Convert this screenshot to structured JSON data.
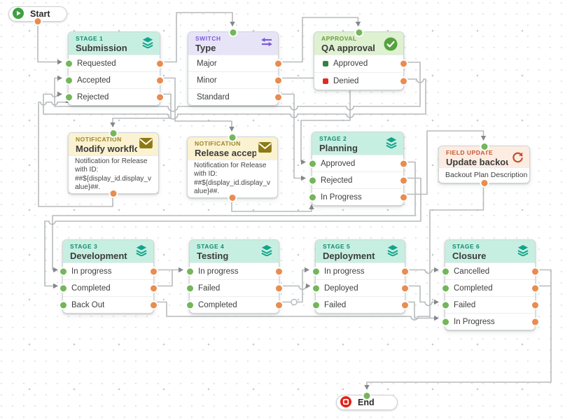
{
  "colors": {
    "wire": "#b7babc",
    "arrow": "#85888b",
    "input_port": "#74b65a",
    "output_port": "#e98c4f",
    "stage_header_bg": "#c7efe1",
    "stage_label": "#108a71",
    "switch_header_bg": "#e8e4f8",
    "switch_label": "#7a5bd6",
    "approval_header_bg": "#def1d0",
    "approval_label": "#689b40",
    "notification_header_bg": "#fbf2d1",
    "notification_label": "#99862a",
    "field_update_header_bg": "#fcece2",
    "field_update_label": "#c8552f",
    "approved_bullet": "#2f8540",
    "denied_bullet": "#e02b20",
    "start_icon": "#3fa142",
    "end_icon": "#df2318"
  },
  "terminals": {
    "start": {
      "label": "Start",
      "icon": "play-icon"
    },
    "end": {
      "label": "End",
      "icon": "stop-icon"
    }
  },
  "nodes": {
    "stage1": {
      "type_label": "STAGE 1",
      "title": "Submission",
      "icon": "layers-icon",
      "rows": [
        "Requested",
        "Accepted",
        "Rejected"
      ]
    },
    "switch1": {
      "type_label": "SWITCH",
      "title": "Type",
      "icon": "swap-arrows-icon",
      "rows": [
        "Major",
        "Minor",
        "Standard"
      ]
    },
    "approval1": {
      "type_label": "APPROVAL",
      "title": "QA approval",
      "icon": "check-circle-icon",
      "rows": [
        {
          "label": "Approved"
        },
        {
          "label": "Denied"
        }
      ]
    },
    "notif_modify": {
      "type_label": "NOTIFICATION",
      "title": "Modify workflow",
      "icon": "envelope-icon",
      "body": "Notification for Release with ID: ##${display_id.display_value}##."
    },
    "notif_release": {
      "type_label": "NOTIFICATION",
      "title": "Release accepted",
      "icon": "envelope-icon",
      "body": "Notification for Release with ID: ##${display_id.display_value}##."
    },
    "stage2": {
      "type_label": "STAGE 2",
      "title": "Planning",
      "icon": "layers-icon",
      "rows": [
        "Approved",
        "Rejected",
        "In Progress"
      ]
    },
    "field_update": {
      "type_label": "FIELD UPDATE",
      "title": "Update backout p...",
      "icon": "refresh-icon",
      "body": "Backout Plan Description : ..."
    },
    "stage3": {
      "type_label": "STAGE 3",
      "title": "Development",
      "icon": "layers-icon",
      "rows": [
        "In progress",
        "Completed",
        "Back Out"
      ]
    },
    "stage4": {
      "type_label": "STAGE 4",
      "title": "Testing",
      "icon": "layers-icon",
      "rows": [
        "In progress",
        "Failed",
        "Completed"
      ]
    },
    "stage5": {
      "type_label": "STAGE 5",
      "title": "Deployment",
      "icon": "layers-icon",
      "rows": [
        "In progress",
        "Deployed",
        "Failed"
      ]
    },
    "stage6": {
      "type_label": "STAGE 6",
      "title": "Closure",
      "icon": "layers-icon",
      "rows": [
        "Cancelled",
        "Completed",
        "Failed",
        "In Progress"
      ]
    }
  }
}
